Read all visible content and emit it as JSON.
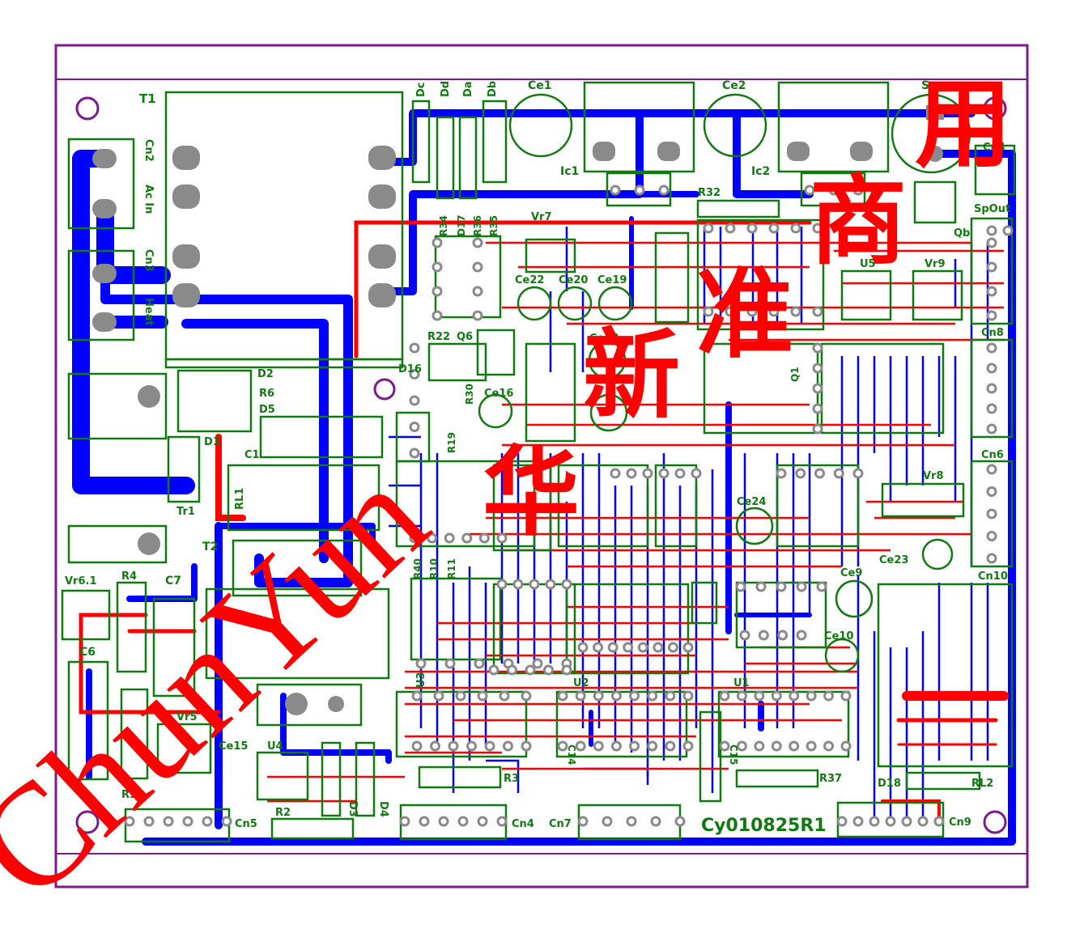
{
  "board": {
    "revision": "Cy010825R1",
    "colors": {
      "outline": "#7a1a8c",
      "silk": "#107a10",
      "top_copper": "#ff0000",
      "bottom_copper": "#0000ff",
      "pad": "#8a8a8a",
      "watermark": "#ff0000"
    }
  },
  "watermark": {
    "latin": "ChunYun",
    "chinese_1": "华",
    "chinese_2": "新",
    "chinese_3": "准",
    "chinese_4": "商",
    "chinese_5": "用"
  },
  "labels": {
    "T1": "T1",
    "Cn2": "Cn2",
    "AcIn": "Ac In",
    "Cn3": "Cn3",
    "Heat": "Heat",
    "Dc": "Dc",
    "Dd": "Dd",
    "Da": "Da",
    "Db": "Db",
    "Ce1": "Ce1",
    "Ic1": "Ic1",
    "Ce2": "Ce2",
    "Ic2": "Ic2",
    "Sp": "Sp",
    "Cn4r": "Cn4",
    "SpOut": "SpOut",
    "Qb": "Qb",
    "R32": "R32",
    "R34": "R34",
    "D17": "D17",
    "R36": "R36",
    "R35": "R35",
    "Vr7": "Vr7",
    "Ce22": "Ce22",
    "Ce20": "Ce20",
    "Ce19": "Ce19",
    "Ce18": "Ce18",
    "R22": "R22",
    "Q6": "Q6",
    "U5": "U5",
    "Vr9": "Vr9",
    "Cn8": "Cn8",
    "D16": "D16",
    "D2a": "D2",
    "D5": "D5",
    "R6": "R6",
    "D1": "D1",
    "C1": "C1",
    "Tr1": "Tr1",
    "RL1": "RL1",
    "T2": "T2",
    "Ce16": "Ce16",
    "Vr8": "Vr8",
    "Ce24": "Ce24",
    "Cn6": "Cn6",
    "Cn10": "Cn10",
    "Ce23": "Ce23",
    "Ce9": "Ce9",
    "Ce10": "Ce10",
    "Vr6_1": "Vr6.1",
    "R4": "R4",
    "C7": "C7",
    "C6": "C6",
    "Vr5": "Vr5",
    "Ce15": "Ce15",
    "U4": "U4",
    "R5": "R5",
    "R2": "R2",
    "D3": "D3",
    "D4": "D4",
    "Cn5": "Cn5",
    "U3": "U3",
    "U2": "U2",
    "U1": "U1",
    "R3": "R3",
    "Cn4": "Cn4",
    "Cn7": "Cn7",
    "C14": "C14",
    "C15": "C15",
    "R37": "R37",
    "D18": "D18",
    "RL2": "RL2",
    "Cn9": "Cn9",
    "R19": "R19",
    "R30": "R30",
    "R10": "R10",
    "R11": "R11",
    "R40": "R40",
    "Q1": "Q1"
  }
}
